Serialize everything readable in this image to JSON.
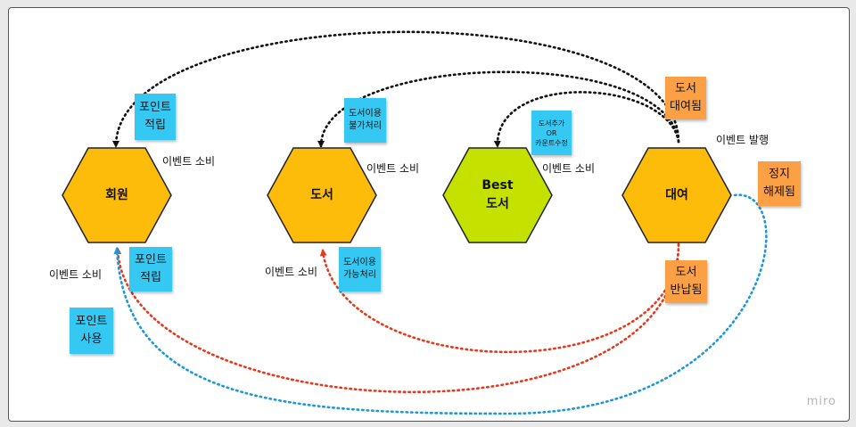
{
  "colors": {
    "hex_yellow": "#fdbc0a",
    "hex_green": "#c4e100",
    "note_blue": "#35c8f2",
    "note_orange": "#fca045",
    "arrow_black": "#111111",
    "arrow_red": "#e8381b",
    "arrow_blue": "#1d97d8"
  },
  "nodes": {
    "member": "회원",
    "book": "도서",
    "best": "Best\n도서",
    "rental": "대여"
  },
  "notes": {
    "point_earn_top": "포인트\n적립",
    "book_unavailable": "도서이용\n불가처리",
    "book_add": "도서추가\nOR\n카운트수정",
    "book_rented": "도서\n대여됨",
    "suspension_lifted": "정지\n해제됨",
    "point_earn_bottom": "포인트\n적립",
    "book_available": "도서이용\n가능처리",
    "book_returned": "도서\n반납됨",
    "point_use": "포인트\n사용"
  },
  "labels": {
    "event_consume": "이벤트 소비",
    "event_publish": "이벤트 발행"
  },
  "watermark": "miro"
}
